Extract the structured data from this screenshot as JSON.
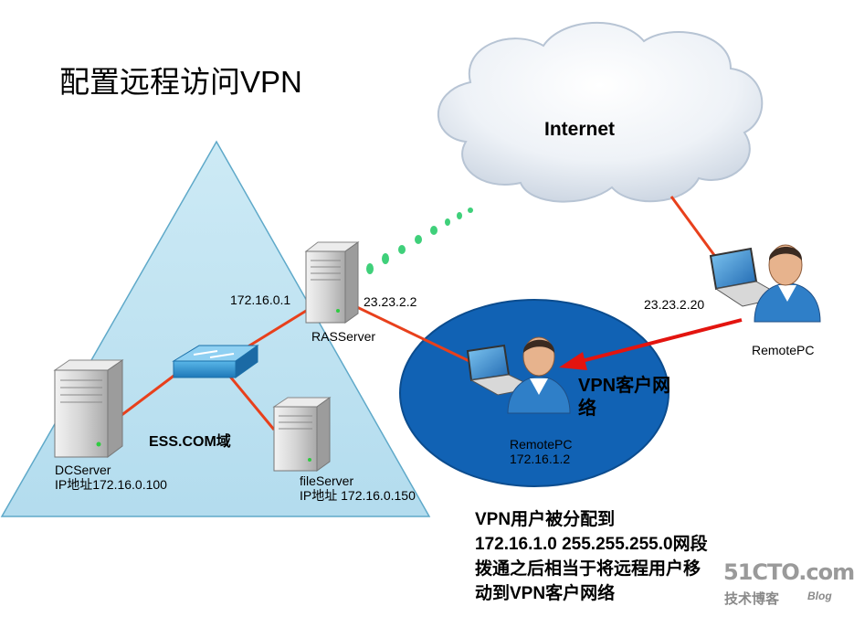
{
  "title": "配置远程访问VPN",
  "internet_label": "Internet",
  "domain_label": "ESS.COM域",
  "ras_server": {
    "name": "RASServer",
    "internal_ip": "172.16.0.1",
    "external_ip": "23.23.2.2"
  },
  "dc_server": {
    "name": "DCServer",
    "ip": "IP地址172.16.0.100"
  },
  "file_server": {
    "name": "fileServer",
    "ip": "IP地址 172.16.0.150"
  },
  "remote_pc": {
    "name": "RemotePC",
    "ip": "23.23.2.20"
  },
  "vpn_client": {
    "name": "RemotePC",
    "ip": "172.16.1.2"
  },
  "vpn_network_label": "VPN客户网络",
  "note_lines": [
    "VPN用户被分配到",
    "172.16.1.0 255.255.255.0网段",
    "拨通之后相当于将远程用户移",
    "动到VPN客户网络"
  ],
  "watermark": {
    "site": "51CTO.com",
    "sub": "技术博客",
    "blog": "Blog"
  },
  "colors": {
    "triangle_fill": "#bfe4f1",
    "vpn_ellipse": "#1162b4",
    "link_line": "#e8401c",
    "arrow": "#e3140f",
    "tunnel_dots": "#3fd07a"
  }
}
